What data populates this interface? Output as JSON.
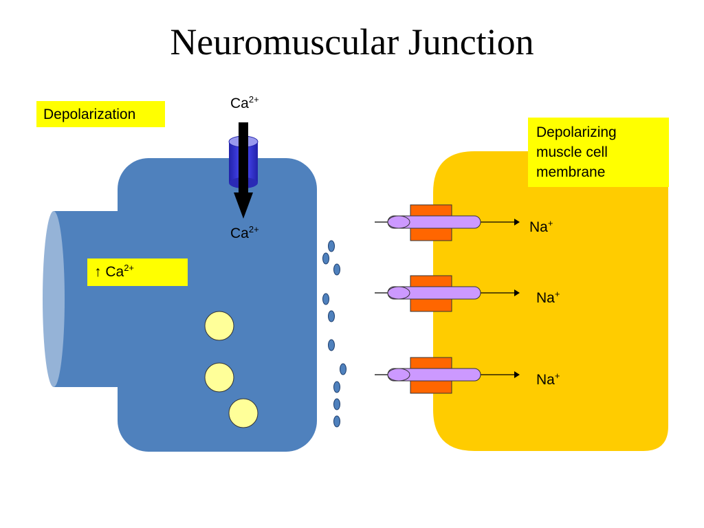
{
  "title": "Neuromuscular Junction",
  "labels": {
    "depolarization": "Depolarization",
    "ca_up_arrow": "↑",
    "ca_element": "Ca",
    "ca_charge": "2+",
    "na_element": "Na",
    "na_charge": "+",
    "muscle_membrane": "Depolarizing muscle cell membrane"
  },
  "colors": {
    "nerve_terminal": "#4f81bd",
    "axon_end": "#95b3d7",
    "muscle_cell": "#ffcc00",
    "label_box": "#ffff00",
    "vesicle": "#ffff99",
    "ca_channel": "#3333cc",
    "na_channel_block": "#ff6600",
    "na_channel_tube": "#cc99ff",
    "acetylcholine": "#4f81bd"
  },
  "icons": {
    "ca_channel": "cylinder-channel-icon",
    "ca_influx": "down-arrow-icon",
    "na_channel": "ion-channel-icon"
  }
}
